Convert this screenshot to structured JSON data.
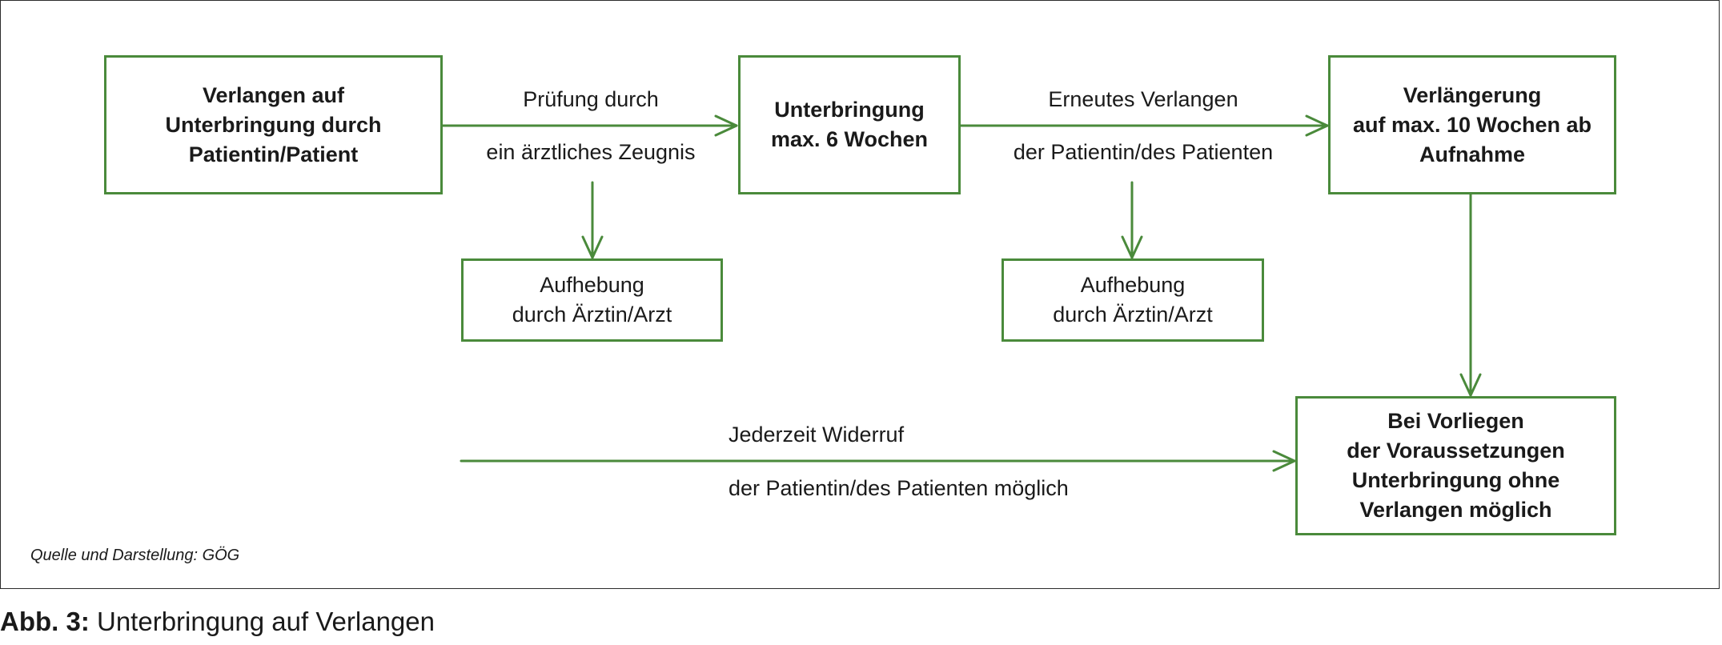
{
  "nodes": {
    "request": "Verlangen auf\nUnterbringung durch\nPatientin/Patient",
    "placement": "Unterbringung\nmax. 6 Wochen",
    "extension": "Verlängerung\nauf max. 10 Wochen ab\nAufnahme",
    "cancel_1": "Aufhebung\ndurch Ärztin/Arzt",
    "cancel_2": "Aufhebung\ndurch Ärztin/Arzt",
    "without_request": "Bei Vorliegen\nder Voraussetzungen\nUnterbringung ohne\nVerlangen möglich"
  },
  "edges": {
    "check_line1": "Prüfung durch",
    "check_line2": "ein ärztliches Zeugnis",
    "renew_line1": "Erneutes Verlangen",
    "renew_line2": "der Patientin/des Patienten",
    "revoke_line1": "Jederzeit Widerruf",
    "revoke_line2": "der Patientin/des Patienten möglich"
  },
  "source_note": "Quelle und Darstellung: GÖG",
  "caption": {
    "label": "Abb. 3:",
    "title": "Unterbringung auf Verlangen"
  },
  "colors": {
    "box_border": "#4a8a3b",
    "arrow": "#4a8a3b",
    "frame": "#2b2b2b"
  }
}
